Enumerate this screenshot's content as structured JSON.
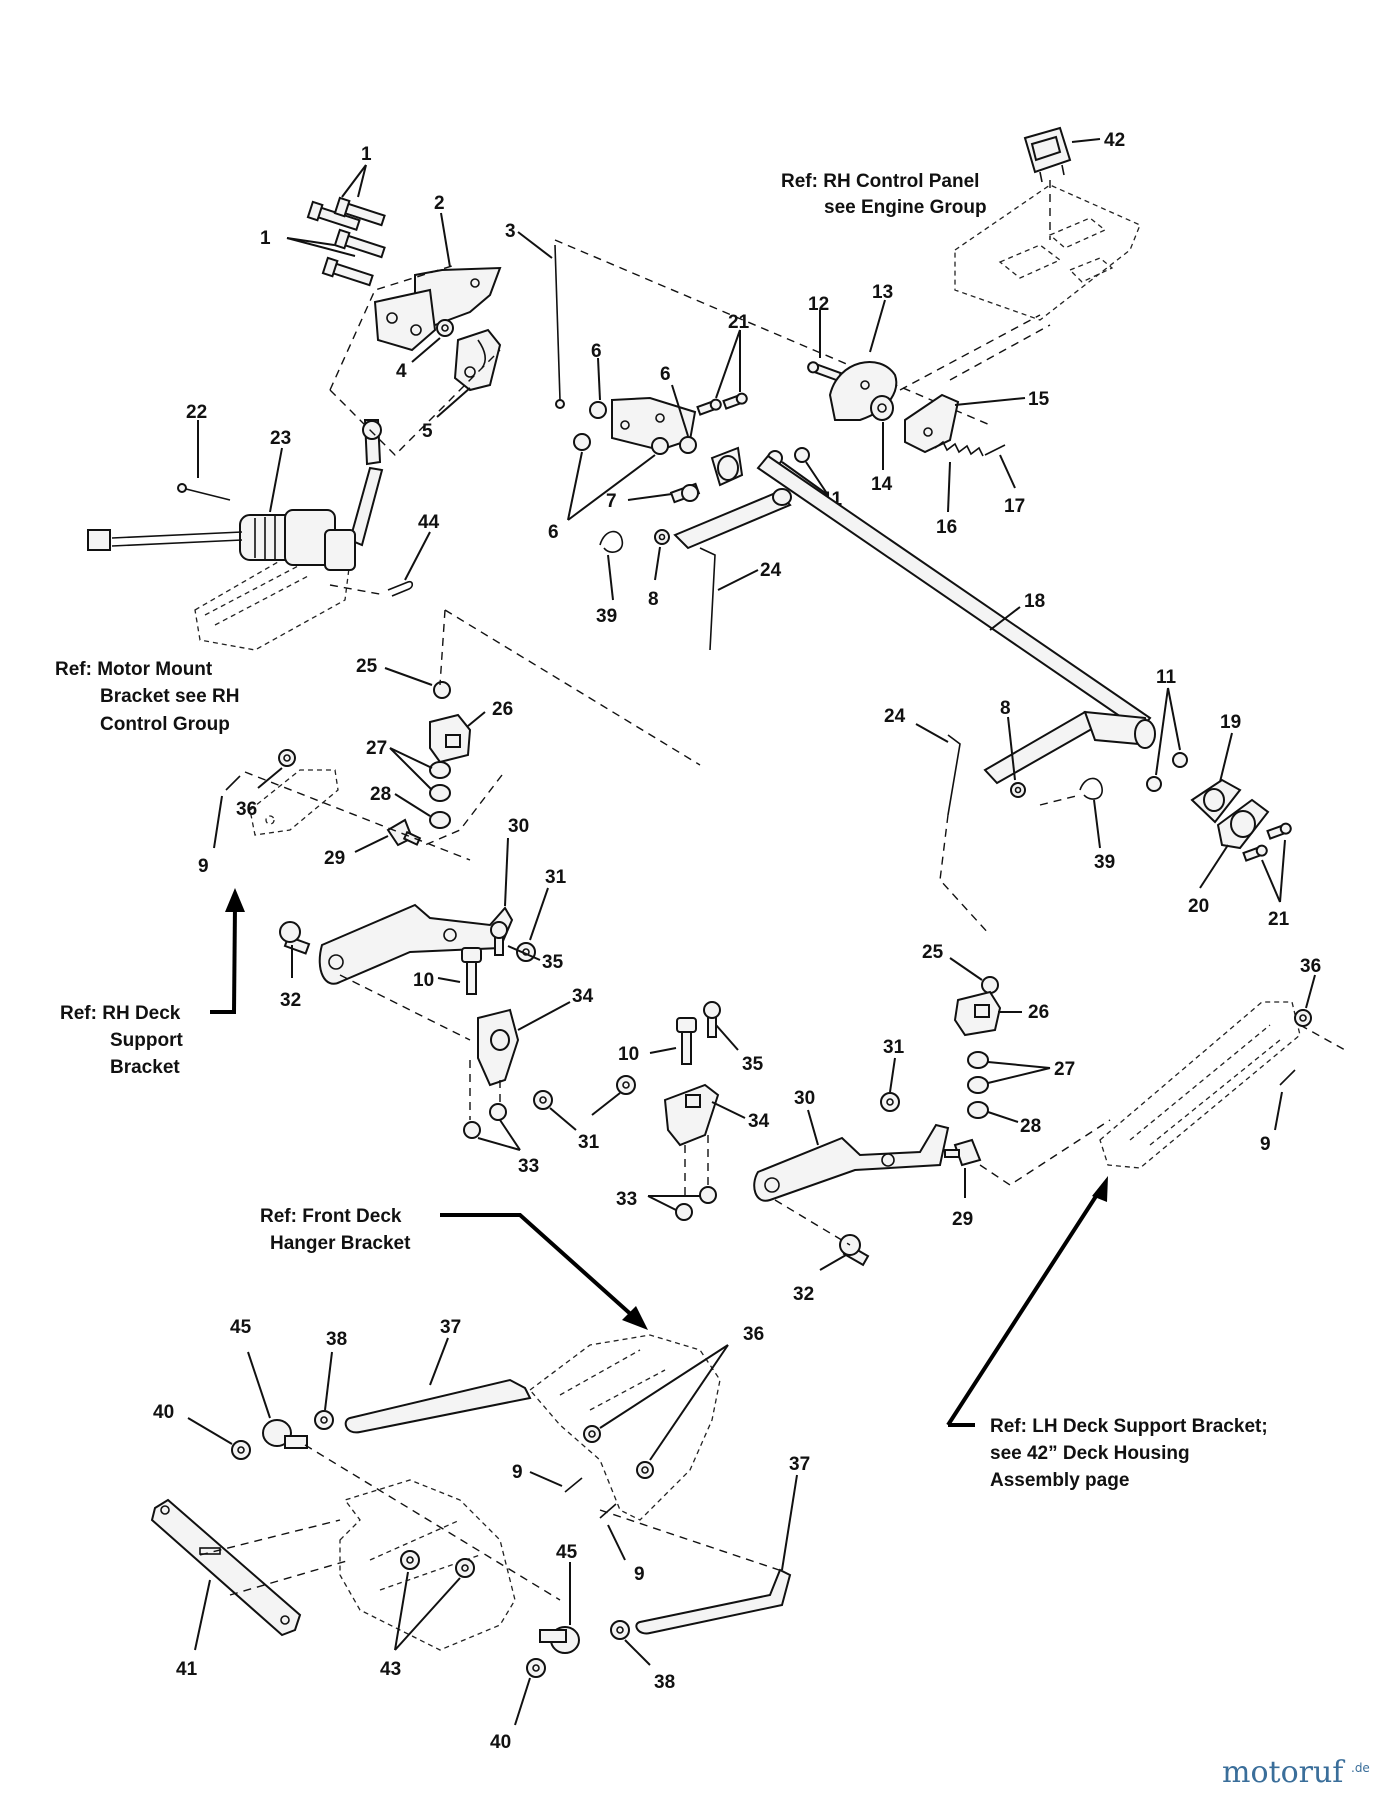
{
  "references": {
    "rh_control_panel": [
      "Ref: RH Control Panel",
      "see Engine Group"
    ],
    "motor_mount": [
      "Ref: Motor Mount",
      "Bracket  see RH",
      "Control Group"
    ],
    "rh_deck_support": [
      "Ref: RH Deck",
      "Support",
      "Bracket"
    ],
    "front_deck_hanger": [
      "Ref: Front Deck",
      "Hanger Bracket"
    ],
    "lh_deck_support": [
      "Ref: LH Deck Support Bracket;",
      "see 42” Deck Housing",
      "Assembly page"
    ]
  },
  "callouts": {
    "c1a": "1",
    "c1b": "1",
    "c2": "2",
    "c3": "3",
    "c4": "4",
    "c5": "5",
    "c6a": "6",
    "c6b": "6",
    "c6c": "6",
    "c7": "7",
    "c8a": "8",
    "c8b": "8",
    "c9a": "9",
    "c9b": "9",
    "c9c": "9",
    "c9d": "9",
    "c10a": "10",
    "c10b": "10",
    "c11a": "11",
    "c11b": "11",
    "c12": "12",
    "c13": "13",
    "c14": "14",
    "c15": "15",
    "c16": "16",
    "c17": "17",
    "c18": "18",
    "c19": "19",
    "c20": "20",
    "c21a": "21",
    "c21b": "21",
    "c22": "22",
    "c23": "23",
    "c24a": "24",
    "c24b": "24",
    "c25a": "25",
    "c25b": "25",
    "c26a": "26",
    "c26b": "26",
    "c27a": "27",
    "c27b": "27",
    "c28a": "28",
    "c28b": "28",
    "c29a": "29",
    "c29b": "29",
    "c30a": "30",
    "c30b": "30",
    "c31a": "31",
    "c31b": "31",
    "c31c": "31",
    "c32a": "32",
    "c32b": "32",
    "c33a": "33",
    "c33b": "33",
    "c34a": "34",
    "c34b": "34",
    "c35a": "35",
    "c35b": "35",
    "c36a": "36",
    "c36b": "36",
    "c36c": "36",
    "c37a": "37",
    "c37b": "37",
    "c38a": "38",
    "c38b": "38",
    "c39a": "39",
    "c39b": "39",
    "c40a": "40",
    "c40b": "40",
    "c41": "41",
    "c42": "42",
    "c43": "43",
    "c44": "44",
    "c45a": "45",
    "c45b": "45"
  },
  "watermark": {
    "brand": "motoruf",
    "tld": ".de"
  }
}
